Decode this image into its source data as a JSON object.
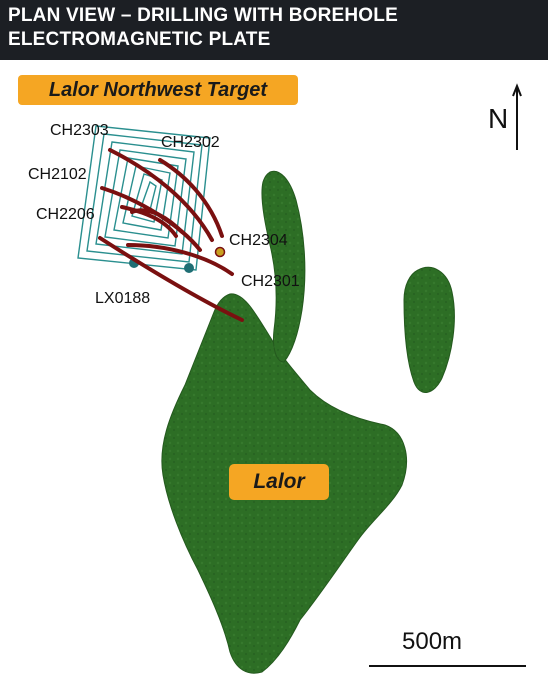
{
  "title": {
    "line1": "PLAN VIEW – DRILLING WITH BOREHOLE",
    "line2": "ELECTROMAGNETIC PLATE"
  },
  "target_label": "Lalor Northwest Target",
  "deposit_label": "Lalor",
  "drill_holes": [
    {
      "id": "ch2303",
      "name": "CH2303"
    },
    {
      "id": "ch2302",
      "name": "CH2302"
    },
    {
      "id": "ch2102",
      "name": "CH2102"
    },
    {
      "id": "ch2206",
      "name": "CH2206"
    },
    {
      "id": "ch2304",
      "name": "CH2304"
    },
    {
      "id": "ch2301",
      "name": "CH2301"
    },
    {
      "id": "lx0188",
      "name": "LX0188"
    }
  ],
  "north_arrow": {
    "label": "N",
    "icon": "north-arrow-icon"
  },
  "scale_bar": {
    "label": "500m"
  },
  "colors": {
    "banner": "#1c1f24",
    "label_bg": "#f5a623",
    "orebody": "#2d6e25",
    "drill_trace": "#7a1010",
    "em_plate": "#2a8f8f"
  }
}
